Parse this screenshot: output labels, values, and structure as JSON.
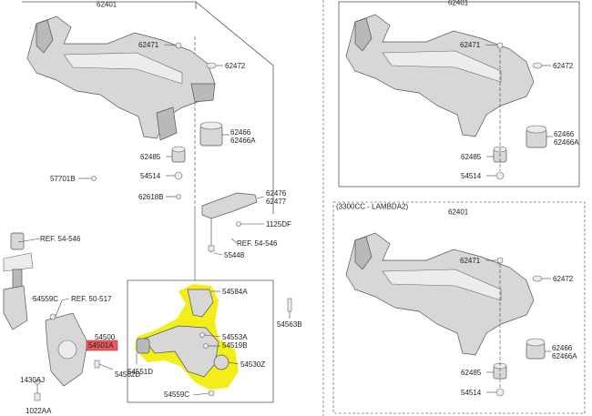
{
  "labels": {
    "header_top_left": "62401",
    "header_top_right": "62401",
    "variant_note": "(3300CC - LAMBDA2)",
    "header_bottom_right": "62401",
    "p62471_a": "62471",
    "p62472_a": "62472",
    "p62466_a": "62466",
    "p62466A_a": "62466A",
    "p62485_a": "62485",
    "p54514_a": "54514",
    "p57701B": "57701B",
    "p62618B": "62618B",
    "p62476": "62476",
    "p62477": "62477",
    "p1125DF": "1125DF",
    "ref_54546_a": "REF. 54-546",
    "p55448": "55448",
    "ref_54546_b": "REF. 54-546",
    "p54559C_a": "54559C",
    "ref_50517": "REF. 50-517",
    "p54500": "54500",
    "p54501A": "54501A",
    "p54562D": "54562D",
    "p1430AJ": "1430AJ",
    "p1022AA": "1022AA",
    "p54584A": "54584A",
    "p54553A": "54553A",
    "p54519B": "54519B",
    "p54563B": "54563B",
    "p54530Z": "54530Z",
    "p54551D": "54551D",
    "p54559C_b": "54559C",
    "p62471_b": "62471",
    "p62472_b": "62472",
    "p62466_b": "62466",
    "p62466A_b": "62466A",
    "p62485_b": "62485",
    "p54514_b": "54514",
    "p62471_c": "62471",
    "p62472_c": "62472",
    "p62466_c": "62466",
    "p62466A_c": "62466A",
    "p62485_c": "62485",
    "p54514_c": "54514"
  },
  "colors": {
    "highlight": "#f3ee1a",
    "red_label": "#e8585c"
  }
}
